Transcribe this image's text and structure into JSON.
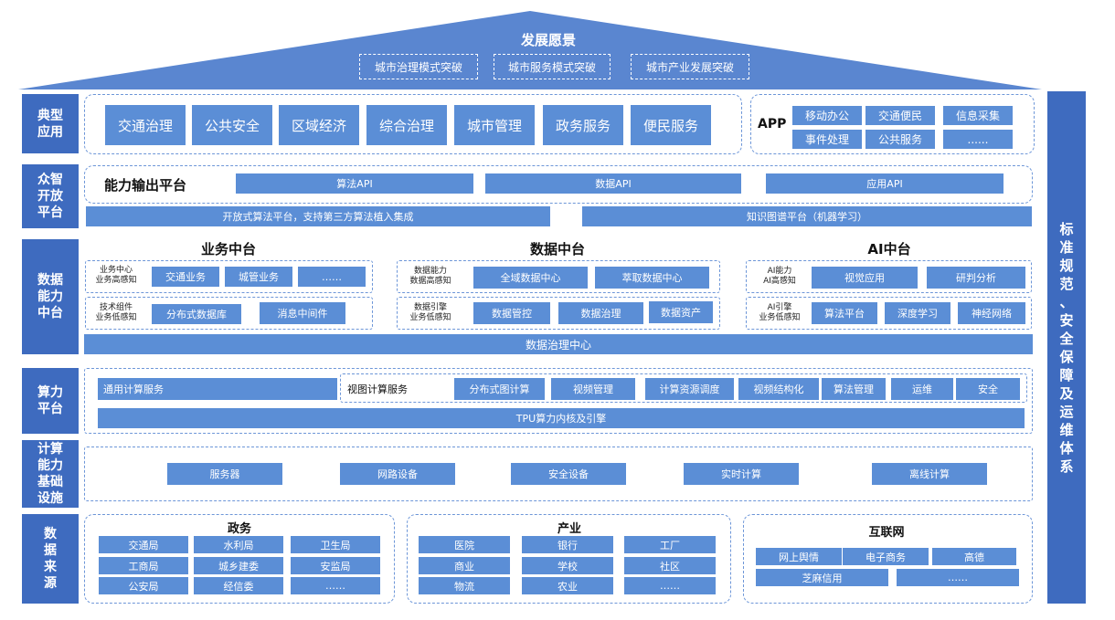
{
  "vision": {
    "title": "发展愿景",
    "items": [
      "城市治理模式突破",
      "城市服务模式突破",
      "城市产业发展突破"
    ]
  },
  "right_bar": {
    "chars": [
      "标",
      "准",
      "规",
      "范",
      "、",
      "安",
      "全",
      "保",
      "障",
      "及",
      "运",
      "维",
      "体",
      "系"
    ]
  },
  "layers": {
    "typical_apps": {
      "label": [
        "典型",
        "应用"
      ],
      "apps": [
        "交通治理",
        "公共安全",
        "区域经济",
        "综合治理",
        "城市管理",
        "政务服务",
        "便民服务"
      ],
      "app_label": "APP",
      "app_items": [
        "移动办公",
        "交通便民",
        "信息采集",
        "事件处理",
        "公共服务",
        "......"
      ]
    },
    "open_platform": {
      "label": [
        "众智",
        "开放",
        "平台"
      ],
      "title": "能力输出平台",
      "apis": [
        "算法API",
        "数据API",
        "应用API"
      ],
      "bottom_left": "开放式算法平台，支持第三方算法植入集成",
      "bottom_right": "知识图谱平台（机器学习）"
    },
    "data_middle": {
      "label": [
        "数据",
        "能力",
        "中台"
      ],
      "business": {
        "title": "业务中台",
        "row1_label": [
          "业务中心",
          "业务高感知"
        ],
        "row1": [
          "交通业务",
          "城管业务",
          "……"
        ],
        "row2_label": [
          "技术组件",
          "业务低感知"
        ],
        "row2": [
          "分布式数据库",
          "消息中间件"
        ]
      },
      "data": {
        "title": "数据中台",
        "row1_label": [
          "数据能力",
          "数据高感知"
        ],
        "row1": [
          "全域数据中心",
          "萃取数据中心"
        ],
        "row2_label": [
          "数据引擎",
          "业务低感知"
        ],
        "row2": [
          "数据管控",
          "数据治理",
          "数据资产"
        ]
      },
      "ai": {
        "title": "AI中台",
        "row1_label": [
          "AI能力",
          "AI高感知"
        ],
        "row1": [
          "视觉应用",
          "研判分析"
        ],
        "row2_label": [
          "AI引擎",
          "业务低感知"
        ],
        "row2": [
          "算法平台",
          "深度学习",
          "神经网络"
        ]
      },
      "governance": "数据治理中心"
    },
    "compute": {
      "label": [
        "算力",
        "平台"
      ],
      "general": "通用计算服务",
      "view_label": "视图计算服务",
      "view_items": [
        "分布式图计算",
        "视频管理",
        "计算资源调度",
        "视频结构化",
        "算法管理",
        "运维",
        "安全"
      ],
      "tpu": "TPU算力内核及引擎"
    },
    "infra": {
      "label": [
        "计算",
        "能力",
        "基础",
        "设施"
      ],
      "items": [
        "服务器",
        "网路设备",
        "安全设备",
        "实时计算",
        "离线计算"
      ]
    },
    "sources": {
      "label": [
        "数",
        "据",
        "来",
        "源"
      ],
      "gov": {
        "title": "政务",
        "items": [
          "交通局",
          "水利局",
          "卫生局",
          "工商局",
          "城乡建委",
          "安监局",
          "公安局",
          "经信委",
          "……"
        ]
      },
      "industry": {
        "title": "产业",
        "items": [
          "医院",
          "银行",
          "工厂",
          "商业",
          "学校",
          "社区",
          "物流",
          "农业",
          "……"
        ]
      },
      "internet": {
        "title": "互联网",
        "items": [
          "网上舆情",
          "电子商务",
          "高德",
          "芝麻信用",
          "……"
        ]
      }
    }
  },
  "colors": {
    "dark_blue": "#3e6bbf",
    "button_blue": "#5b8ed6",
    "roof_blue": "#5a86d0",
    "dash": "#6d96d8"
  }
}
